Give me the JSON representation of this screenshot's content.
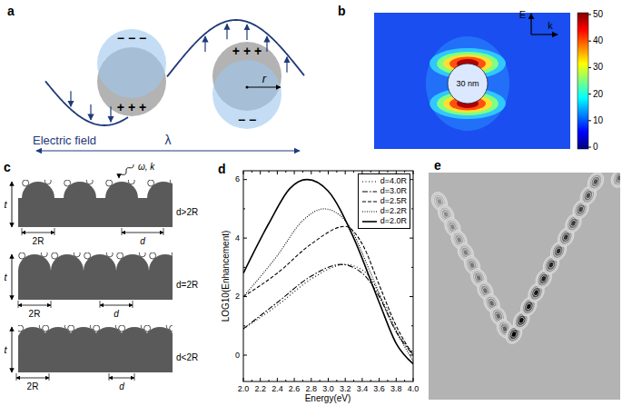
{
  "diagram": {
    "labels": [
      "a",
      "− − −",
      "+ + +",
      "+ + +",
      "− −",
      "r",
      "Electric field",
      "λ",
      "b",
      "E",
      "k",
      "30 nm",
      "50",
      "40",
      "30",
      "20",
      "10",
      "0",
      "c",
      "ω, k",
      "t",
      "2R",
      "d",
      "d>2R",
      "t",
      "2R",
      "d",
      "d=2R",
      "t",
      "2R",
      "d",
      "d<2R",
      "d",
      "2.0",
      "2.2",
      "2.4",
      "2.6",
      "2.8",
      "3.0",
      "3.2",
      "3.4",
      "3.6",
      "3.8",
      "4.0",
      "0",
      "2",
      "4",
      "6",
      "Energy(eV)",
      "LOG10(Enhancement)",
      "e"
    ],
    "legend": [
      {
        "text": "d=4.0R"
      },
      {
        "text": "d=3.0R"
      },
      {
        "text": "d=2.5R"
      },
      {
        "text": "d=2.2R"
      },
      {
        "text": "d=2.0R"
      }
    ]
  }
}
